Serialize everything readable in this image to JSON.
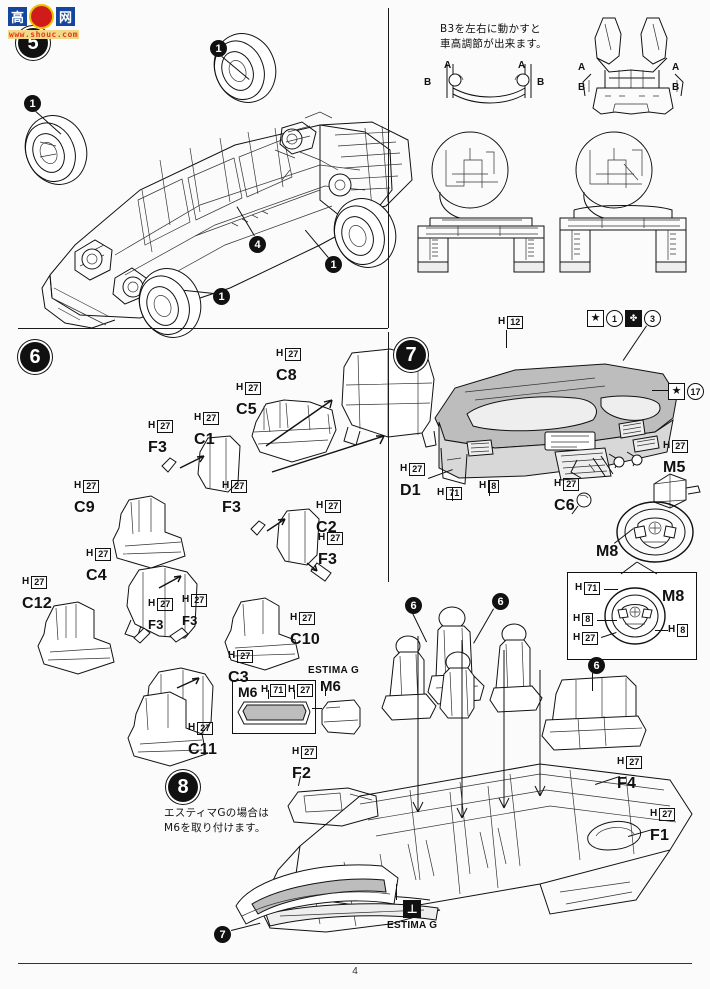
{
  "page": {
    "number": "4",
    "watermark": {
      "chars": [
        "高",
        "网"
      ],
      "url": "www.shouc.com"
    }
  },
  "steps": [
    {
      "id": "5",
      "label": "5"
    },
    {
      "id": "6",
      "label": "6"
    },
    {
      "id": "7",
      "label": "7"
    },
    {
      "id": "8",
      "label": "8"
    }
  ],
  "notes": {
    "ride_height": "B3を左右に動かすと\n車高調節が出来ます。",
    "ride_height_line1": "B3を左右に動かすと",
    "ride_height_line2": "車高調節が出来ます。",
    "estima_g_line1": "エスティマGの場合は",
    "estima_g_line2": "M6を取り付けます。"
  },
  "step5": {
    "chassis_callout": "4",
    "wheel_callouts": [
      "1",
      "1",
      "1",
      "1"
    ],
    "suspension_labels": [
      "A",
      "B",
      "A",
      "B"
    ],
    "top_assembly_labels": [
      "A",
      "B",
      "A",
      "B"
    ]
  },
  "step6": {
    "parts": [
      {
        "tag_letter": "H",
        "tag_num": "27",
        "part": "C8"
      },
      {
        "tag_letter": "H",
        "tag_num": "27",
        "part": "C5"
      },
      {
        "tag_letter": "H",
        "tag_num": "27",
        "part": "F3"
      },
      {
        "tag_letter": "H",
        "tag_num": "27",
        "part": "C1"
      },
      {
        "tag_letter": "H",
        "tag_num": "27",
        "part": "C9"
      },
      {
        "tag_letter": "H",
        "tag_num": "27",
        "part": "F3"
      },
      {
        "tag_letter": "H",
        "tag_num": "27",
        "part": "F3"
      },
      {
        "tag_letter": "H",
        "tag_num": "27",
        "part": "C2"
      },
      {
        "tag_letter": "H",
        "tag_num": "27",
        "part": "F3"
      },
      {
        "tag_letter": "H",
        "tag_num": "27",
        "part": "C4"
      },
      {
        "tag_letter": "H",
        "tag_num": "27",
        "part": "C12"
      },
      {
        "tag_letter": "H",
        "tag_num": "27",
        "part": "F3"
      },
      {
        "tag_letter": "H",
        "tag_num": "27",
        "part": "F3"
      },
      {
        "tag_letter": "H",
        "tag_num": "27",
        "part": "C10"
      },
      {
        "tag_letter": "H",
        "tag_num": "27",
        "part": "C3"
      },
      {
        "tag_letter": "H",
        "tag_num": "27",
        "part": "C11"
      }
    ]
  },
  "step7": {
    "parts": [
      {
        "tag_letter": "H",
        "tag_num": "12",
        "part": ""
      },
      {
        "tag_letter": "H",
        "tag_num": "27",
        "part": "D1"
      },
      {
        "tag_letter": "H",
        "tag_num": "71",
        "part": ""
      },
      {
        "tag_letter": "H",
        "tag_num": "8",
        "part": ""
      },
      {
        "tag_letter": "H",
        "tag_num": "27",
        "part": "C6"
      },
      {
        "tag_letter": "H",
        "tag_num": "27",
        "part": "M5"
      },
      {
        "tag_letter": "",
        "tag_num": "",
        "part": "M8"
      }
    ],
    "paint_chips_top": [
      "★",
      "1",
      "clover",
      "3"
    ],
    "paint_chips_right": [
      "★",
      "17"
    ],
    "steering_detail": {
      "title": "M8",
      "labels": [
        {
          "tag_letter": "H",
          "tag_num": "71"
        },
        {
          "tag_letter": "H",
          "tag_num": "8"
        },
        {
          "tag_letter": "H",
          "tag_num": "27"
        },
        {
          "tag_letter": "H",
          "tag_num": "8"
        }
      ]
    }
  },
  "step8": {
    "seat_callouts": [
      "6",
      "6",
      "6"
    ],
    "estima_g_title": "ESTIMA G",
    "estima_g_part": "M6",
    "estima_g_marker": "ESTIMA G",
    "window_box": {
      "part": "M6",
      "labels": [
        {
          "tag_letter": "H",
          "tag_num": "71"
        },
        {
          "tag_letter": "H",
          "tag_num": "27"
        }
      ]
    },
    "parts": [
      {
        "tag_letter": "H",
        "tag_num": "27",
        "part": "F2"
      },
      {
        "tag_letter": "H",
        "tag_num": "27",
        "part": "F4"
      },
      {
        "tag_letter": "H",
        "tag_num": "27",
        "part": "F1"
      }
    ],
    "floor_callout": "7"
  }
}
